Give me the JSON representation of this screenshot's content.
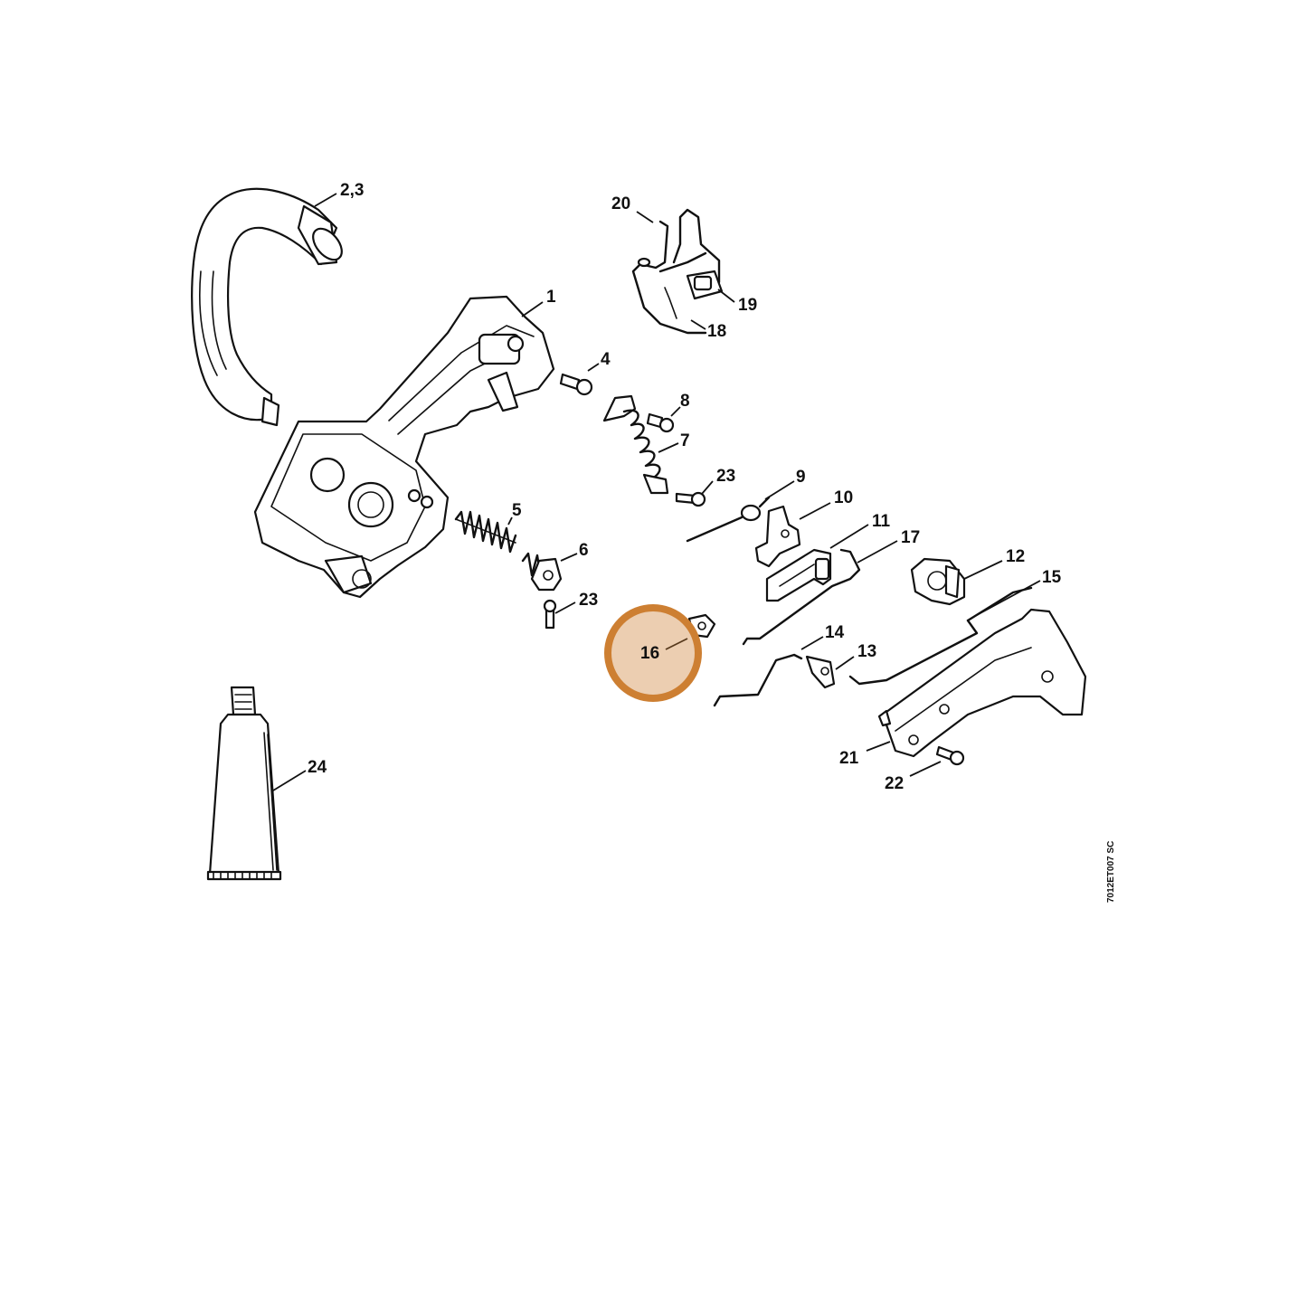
{
  "diagram": {
    "doc_id": "7012ET007 SC",
    "highlight_color": "#cd7f32",
    "callouts": [
      {
        "id": "c-2-3",
        "label": "2,3"
      },
      {
        "id": "c-20",
        "label": "20"
      },
      {
        "id": "c-1",
        "label": "1"
      },
      {
        "id": "c-19",
        "label": "19"
      },
      {
        "id": "c-18",
        "label": "18"
      },
      {
        "id": "c-4",
        "label": "4"
      },
      {
        "id": "c-8",
        "label": "8"
      },
      {
        "id": "c-7",
        "label": "7"
      },
      {
        "id": "c-23a",
        "label": "23"
      },
      {
        "id": "c-9",
        "label": "9"
      },
      {
        "id": "c-10",
        "label": "10"
      },
      {
        "id": "c-5",
        "label": "5"
      },
      {
        "id": "c-11",
        "label": "11"
      },
      {
        "id": "c-17",
        "label": "17"
      },
      {
        "id": "c-6",
        "label": "6"
      },
      {
        "id": "c-12",
        "label": "12"
      },
      {
        "id": "c-15",
        "label": "15"
      },
      {
        "id": "c-23b",
        "label": "23"
      },
      {
        "id": "c-14",
        "label": "14"
      },
      {
        "id": "c-16",
        "label": "16",
        "highlighted": true
      },
      {
        "id": "c-13",
        "label": "13"
      },
      {
        "id": "c-24",
        "label": "24"
      },
      {
        "id": "c-21",
        "label": "21"
      },
      {
        "id": "c-22",
        "label": "22"
      }
    ]
  }
}
